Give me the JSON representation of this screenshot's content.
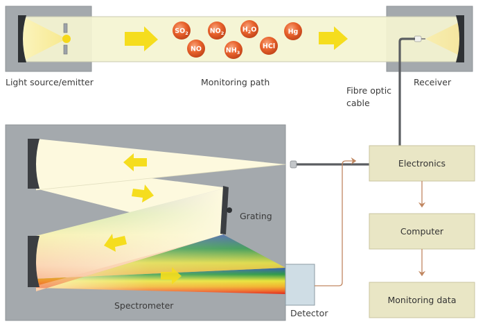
{
  "diagram": {
    "labels": {
      "light_source": "Light source/emitter",
      "monitoring_path": "Monitoring path",
      "receiver": "Receiver",
      "fibre_optic_line1": "Fibre optic",
      "fibre_optic_line2": "cable",
      "grating": "Grating",
      "spectrometer": "Spectrometer",
      "detector": "Detector"
    },
    "molecules": [
      {
        "base": "SO",
        "sub": "2"
      },
      {
        "base": "NO",
        "sub": "2"
      },
      {
        "base": "H",
        "sub": "2",
        "tail": "O"
      },
      {
        "base": "Hg",
        "sub": ""
      },
      {
        "base": "NO",
        "sub": ""
      },
      {
        "base": "NH",
        "sub": "3"
      },
      {
        "base": "HCl",
        "sub": ""
      }
    ],
    "flow_boxes": [
      "Electronics",
      "Computer",
      "Monitoring data"
    ],
    "colors": {
      "housing": "#a4a9ad",
      "beam": "#fbf9d8",
      "path": "#f4f4d2",
      "arrow": "#f5dd1e",
      "molecule": "#e6602c",
      "mirror": "#3b3e42",
      "flow_box": "#e9e6c5",
      "flow_arrow": "#c08660",
      "detector": "#cfdde5",
      "cable": "#5a5d61"
    }
  }
}
